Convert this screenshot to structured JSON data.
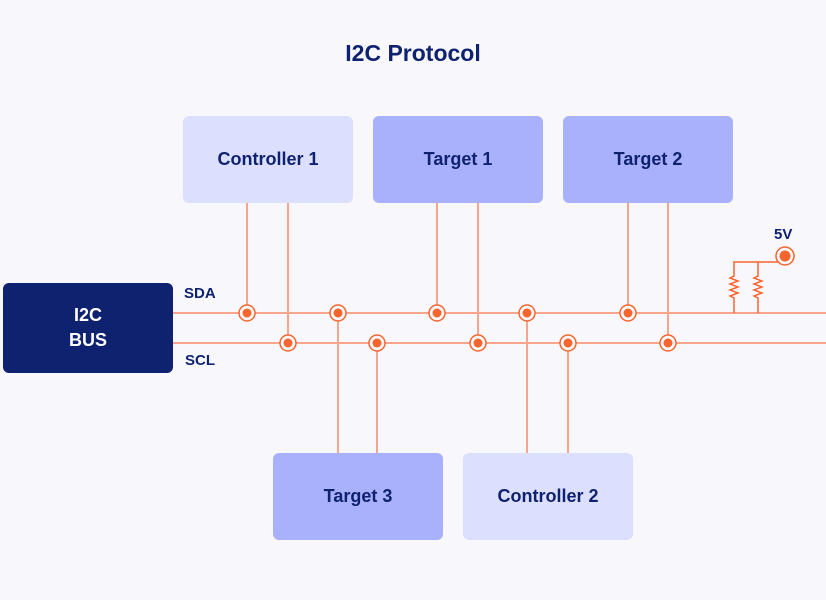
{
  "title": "I2C Protocol",
  "bus": {
    "line1": "I2C",
    "line2": "BUS"
  },
  "labels": {
    "sda": "SDA",
    "scl": "SCL",
    "voltage": "5V"
  },
  "devices": {
    "controller1": "Controller 1",
    "target1": "Target 1",
    "target2": "Target 2",
    "target3": "Target 3",
    "controller2": "Controller 2"
  },
  "colors": {
    "navy": "#0f2270",
    "wire": "#f9a58b",
    "node": "#f7652f",
    "light_box": "#dcdffe",
    "mid_box": "#a9b1fc"
  }
}
